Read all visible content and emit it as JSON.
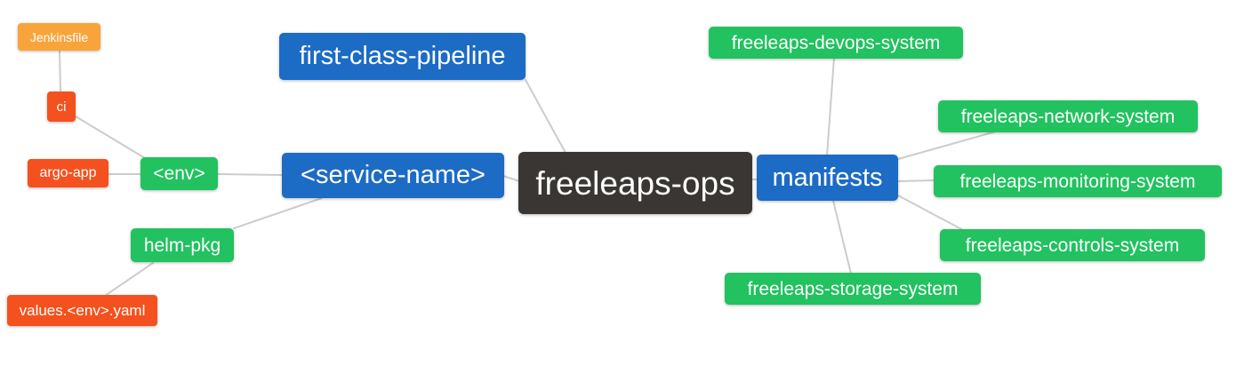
{
  "diagram": {
    "type": "mind-map",
    "background": "#ffffff",
    "edge_color": "#cccccc"
  },
  "colors": {
    "root_dark": "#393633",
    "branch_blue": "#1c6bc5",
    "leaf_green": "#21c25f",
    "leaf_red": "#f4511e",
    "leaf_orange": "#f9a43b",
    "text": "#ffffff"
  },
  "nodes": {
    "jenkinsfile": {
      "label": "Jenkinsfile",
      "color": "orange"
    },
    "ci": {
      "label": "ci",
      "color": "red"
    },
    "argo_app": {
      "label": "argo-app",
      "color": "red"
    },
    "env": {
      "label": "<env>",
      "color": "green"
    },
    "helm_pkg": {
      "label": "helm-pkg",
      "color": "green"
    },
    "values_env_yaml": {
      "label": "values.<env>.yaml",
      "color": "red"
    },
    "first_class_pipeline": {
      "label": "first-class-pipeline",
      "color": "blue"
    },
    "service_name": {
      "label": "<service-name>",
      "color": "blue"
    },
    "freeleaps_ops": {
      "label": "freeleaps-ops",
      "color": "dark",
      "role": "root"
    },
    "manifests": {
      "label": "manifests",
      "color": "blue"
    },
    "devops_system": {
      "label": "freeleaps-devops-system",
      "color": "green"
    },
    "network_system": {
      "label": "freeleaps-network-system",
      "color": "green"
    },
    "monitoring_system": {
      "label": "freeleaps-monitoring-system",
      "color": "green"
    },
    "controls_system": {
      "label": "freeleaps-controls-system",
      "color": "green"
    },
    "storage_system": {
      "label": "freeleaps-storage-system",
      "color": "green"
    }
  },
  "edges": [
    [
      "jenkinsfile",
      "ci"
    ],
    [
      "ci",
      "env"
    ],
    [
      "argo_app",
      "env"
    ],
    [
      "env",
      "service_name"
    ],
    [
      "helm_pkg",
      "service_name"
    ],
    [
      "values_env_yaml",
      "helm_pkg"
    ],
    [
      "first_class_pipeline",
      "freeleaps_ops"
    ],
    [
      "service_name",
      "freeleaps_ops"
    ],
    [
      "freeleaps_ops",
      "manifests"
    ],
    [
      "manifests",
      "devops_system"
    ],
    [
      "manifests",
      "network_system"
    ],
    [
      "manifests",
      "monitoring_system"
    ],
    [
      "manifests",
      "controls_system"
    ],
    [
      "manifests",
      "storage_system"
    ]
  ]
}
